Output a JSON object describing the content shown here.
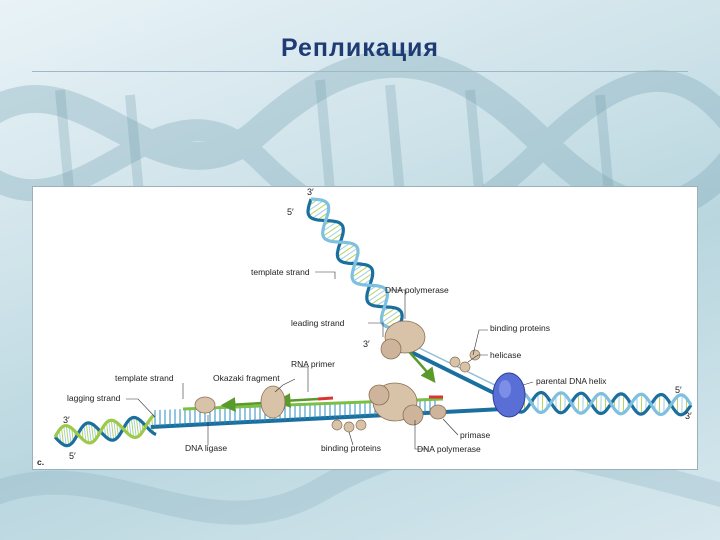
{
  "slide": {
    "title": "Репликация"
  },
  "figure": {
    "panel_letter": "c.",
    "ends": {
      "top_3": "3′",
      "top_5": "5′",
      "mid_3": "3′",
      "right_5": "5′",
      "right_3": "3′",
      "left_3": "3′",
      "left_5": "5′"
    },
    "labels": {
      "template_strand_top": "template strand",
      "dna_polymerase_top": "DNA polymerase",
      "leading_strand": "leading strand",
      "binding_proteins_right": "binding proteins",
      "helicase": "helicase",
      "parental_helix": "parental DNA helix",
      "rna_primer": "RNA primer",
      "okazaki_fragment": "Okazaki fragment",
      "template_strand_left": "template strand",
      "lagging_strand": "lagging strand",
      "dna_ligase": "DNA ligase",
      "binding_proteins_bottom": "binding proteins",
      "primase": "primase",
      "dna_polymerase_bottom": "DNA polymerase"
    }
  }
}
